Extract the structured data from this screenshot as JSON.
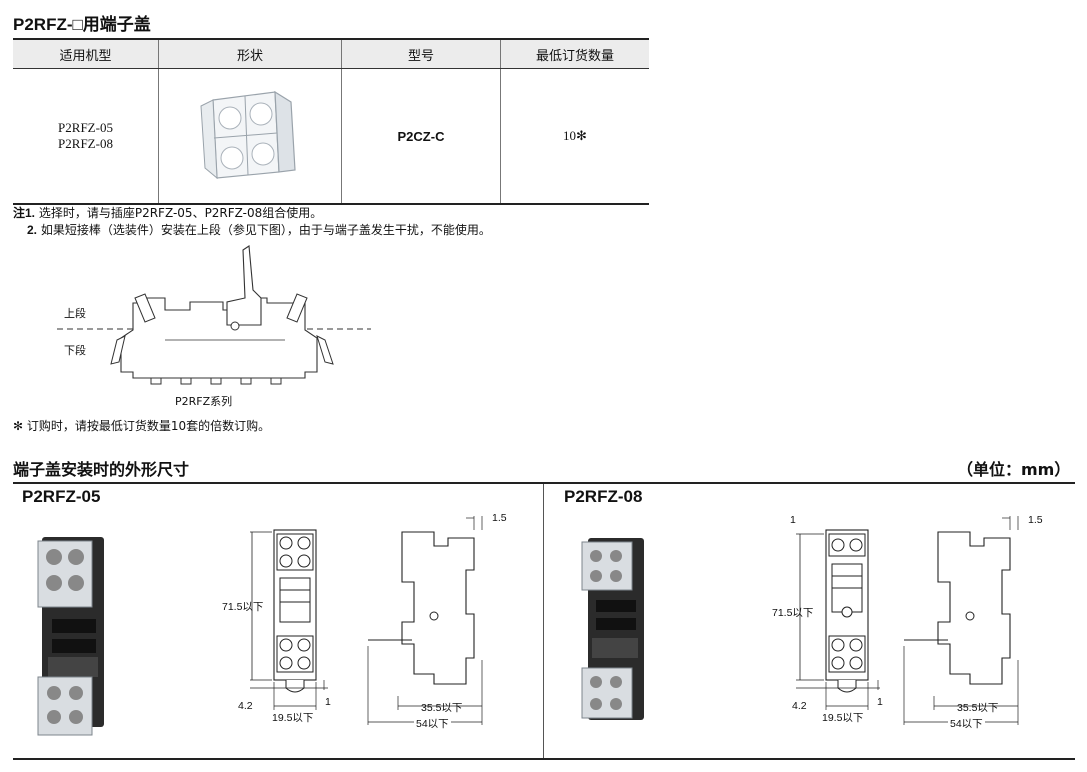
{
  "section1": {
    "title": "P2RFZ-□用端子盖",
    "headers": [
      "适用机型",
      "形状",
      "型号",
      "最低订货数量"
    ],
    "row": {
      "models": [
        "P2RFZ-05",
        "P2RFZ-08"
      ],
      "part_no": "P2CZ-C",
      "min_qty": "10✻"
    }
  },
  "notes": {
    "n1_label": "注1.",
    "n1_text": "选择时，请与插座P2RFZ-05、P2RFZ-08组合使用。",
    "n2_label": "2.",
    "n2_text": "如果短接棒（选装件）安装在上段（参见下图），由于与端子盖发生干扰，不能使用。"
  },
  "figure": {
    "upper": "上段",
    "lower": "下段",
    "caption": "P2RFZ系列"
  },
  "footnote": "✻ 订购时，请按最低订货数量10套的倍数订购。",
  "section2": {
    "title": "端子盖安装时的外形尺寸",
    "unit": "（单位：mm）"
  },
  "panel_left": {
    "title": "P2RFZ-05",
    "dim_top": "1.5",
    "dim_height": "71.5以下",
    "dim_4_2": "4.2",
    "dim_1": "1",
    "dim_width": "19.5以下",
    "dim_35_5": "35.5以下",
    "dim_54": "54以下"
  },
  "panel_right": {
    "title": "P2RFZ-08",
    "dim_top": "1.5",
    "dim_1_top": "1",
    "dim_height": "71.5以下",
    "dim_4_2": "4.2",
    "dim_1": "1",
    "dim_width": "19.5以下",
    "dim_35_5": "35.5以下",
    "dim_54": "54以下"
  }
}
